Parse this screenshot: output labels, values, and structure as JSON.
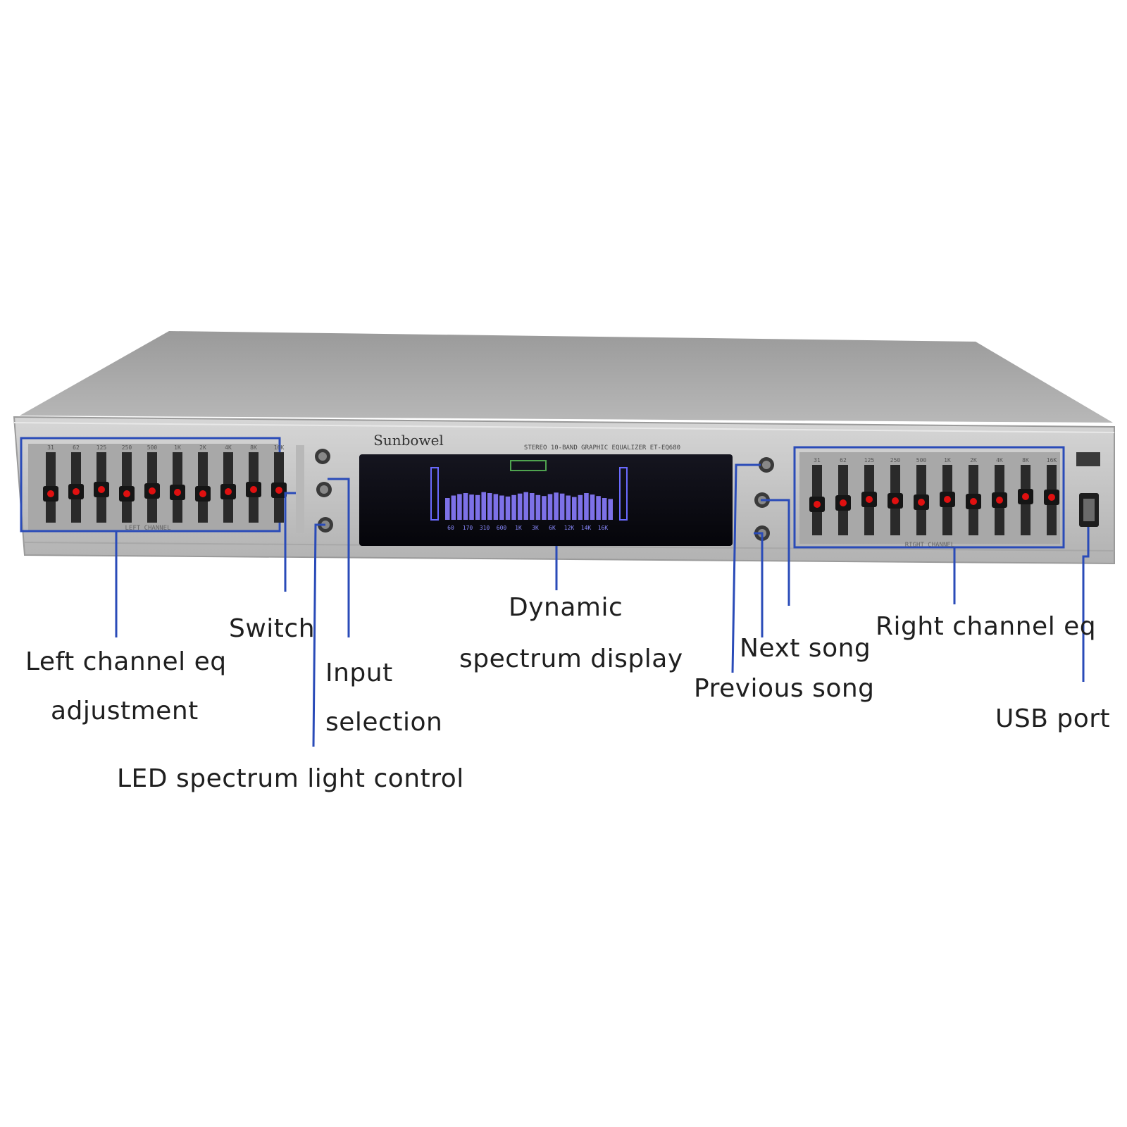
{
  "device": {
    "brand": "Sunbowel",
    "model_text": "STEREO 10-BAND GRAPHIC EQUALIZER ET-EQ680",
    "left_band_labels": [
      "31",
      "62",
      "125",
      "250",
      "500",
      "1K",
      "2K",
      "4K",
      "8K",
      "16K"
    ],
    "right_band_labels": [
      "31",
      "62",
      "125",
      "250",
      "500",
      "1K",
      "2K",
      "4K",
      "8K",
      "16K"
    ],
    "spectrum_band_labels": [
      "60",
      "170",
      "310",
      "600",
      "1K",
      "3K",
      "6K",
      "12K",
      "14K",
      "16K"
    ],
    "left_slider_levels": [
      0.42,
      0.45,
      0.48,
      0.42,
      0.46,
      0.44,
      0.42,
      0.45,
      0.48,
      0.47
    ],
    "right_slider_levels": [
      0.45,
      0.47,
      0.52,
      0.5,
      0.48,
      0.52,
      0.49,
      0.51,
      0.56,
      0.55
    ],
    "spectrum_levels": [
      0.3,
      0.35,
      0.38,
      0.4,
      0.37,
      0.36,
      0.42,
      0.4,
      0.38,
      0.35,
      0.33,
      0.36,
      0.39,
      0.42,
      0.4,
      0.36,
      0.34,
      0.38,
      0.41,
      0.39,
      0.35,
      0.32,
      0.36,
      0.4,
      0.37,
      0.34,
      0.3,
      0.28
    ],
    "colors": {
      "chassis": "#c9c9c9",
      "slider_led": "#e01010",
      "display_bg": "#0b0b16",
      "spectrum": "#8a7cff",
      "callout_line": "#2a4bb8"
    }
  },
  "callouts": {
    "left_eq_line1": "Left channel eq",
    "left_eq_line2": "adjustment",
    "switch": "Switch",
    "input_line1": "Input",
    "input_line2": "selection",
    "led_control": "LED spectrum light control",
    "spectrum_line1": "Dynamic",
    "spectrum_line2": "spectrum display",
    "next_song": "Next song",
    "previous_song": "Previous song",
    "right_eq": "Right channel eq",
    "usb_port": "USB port"
  }
}
